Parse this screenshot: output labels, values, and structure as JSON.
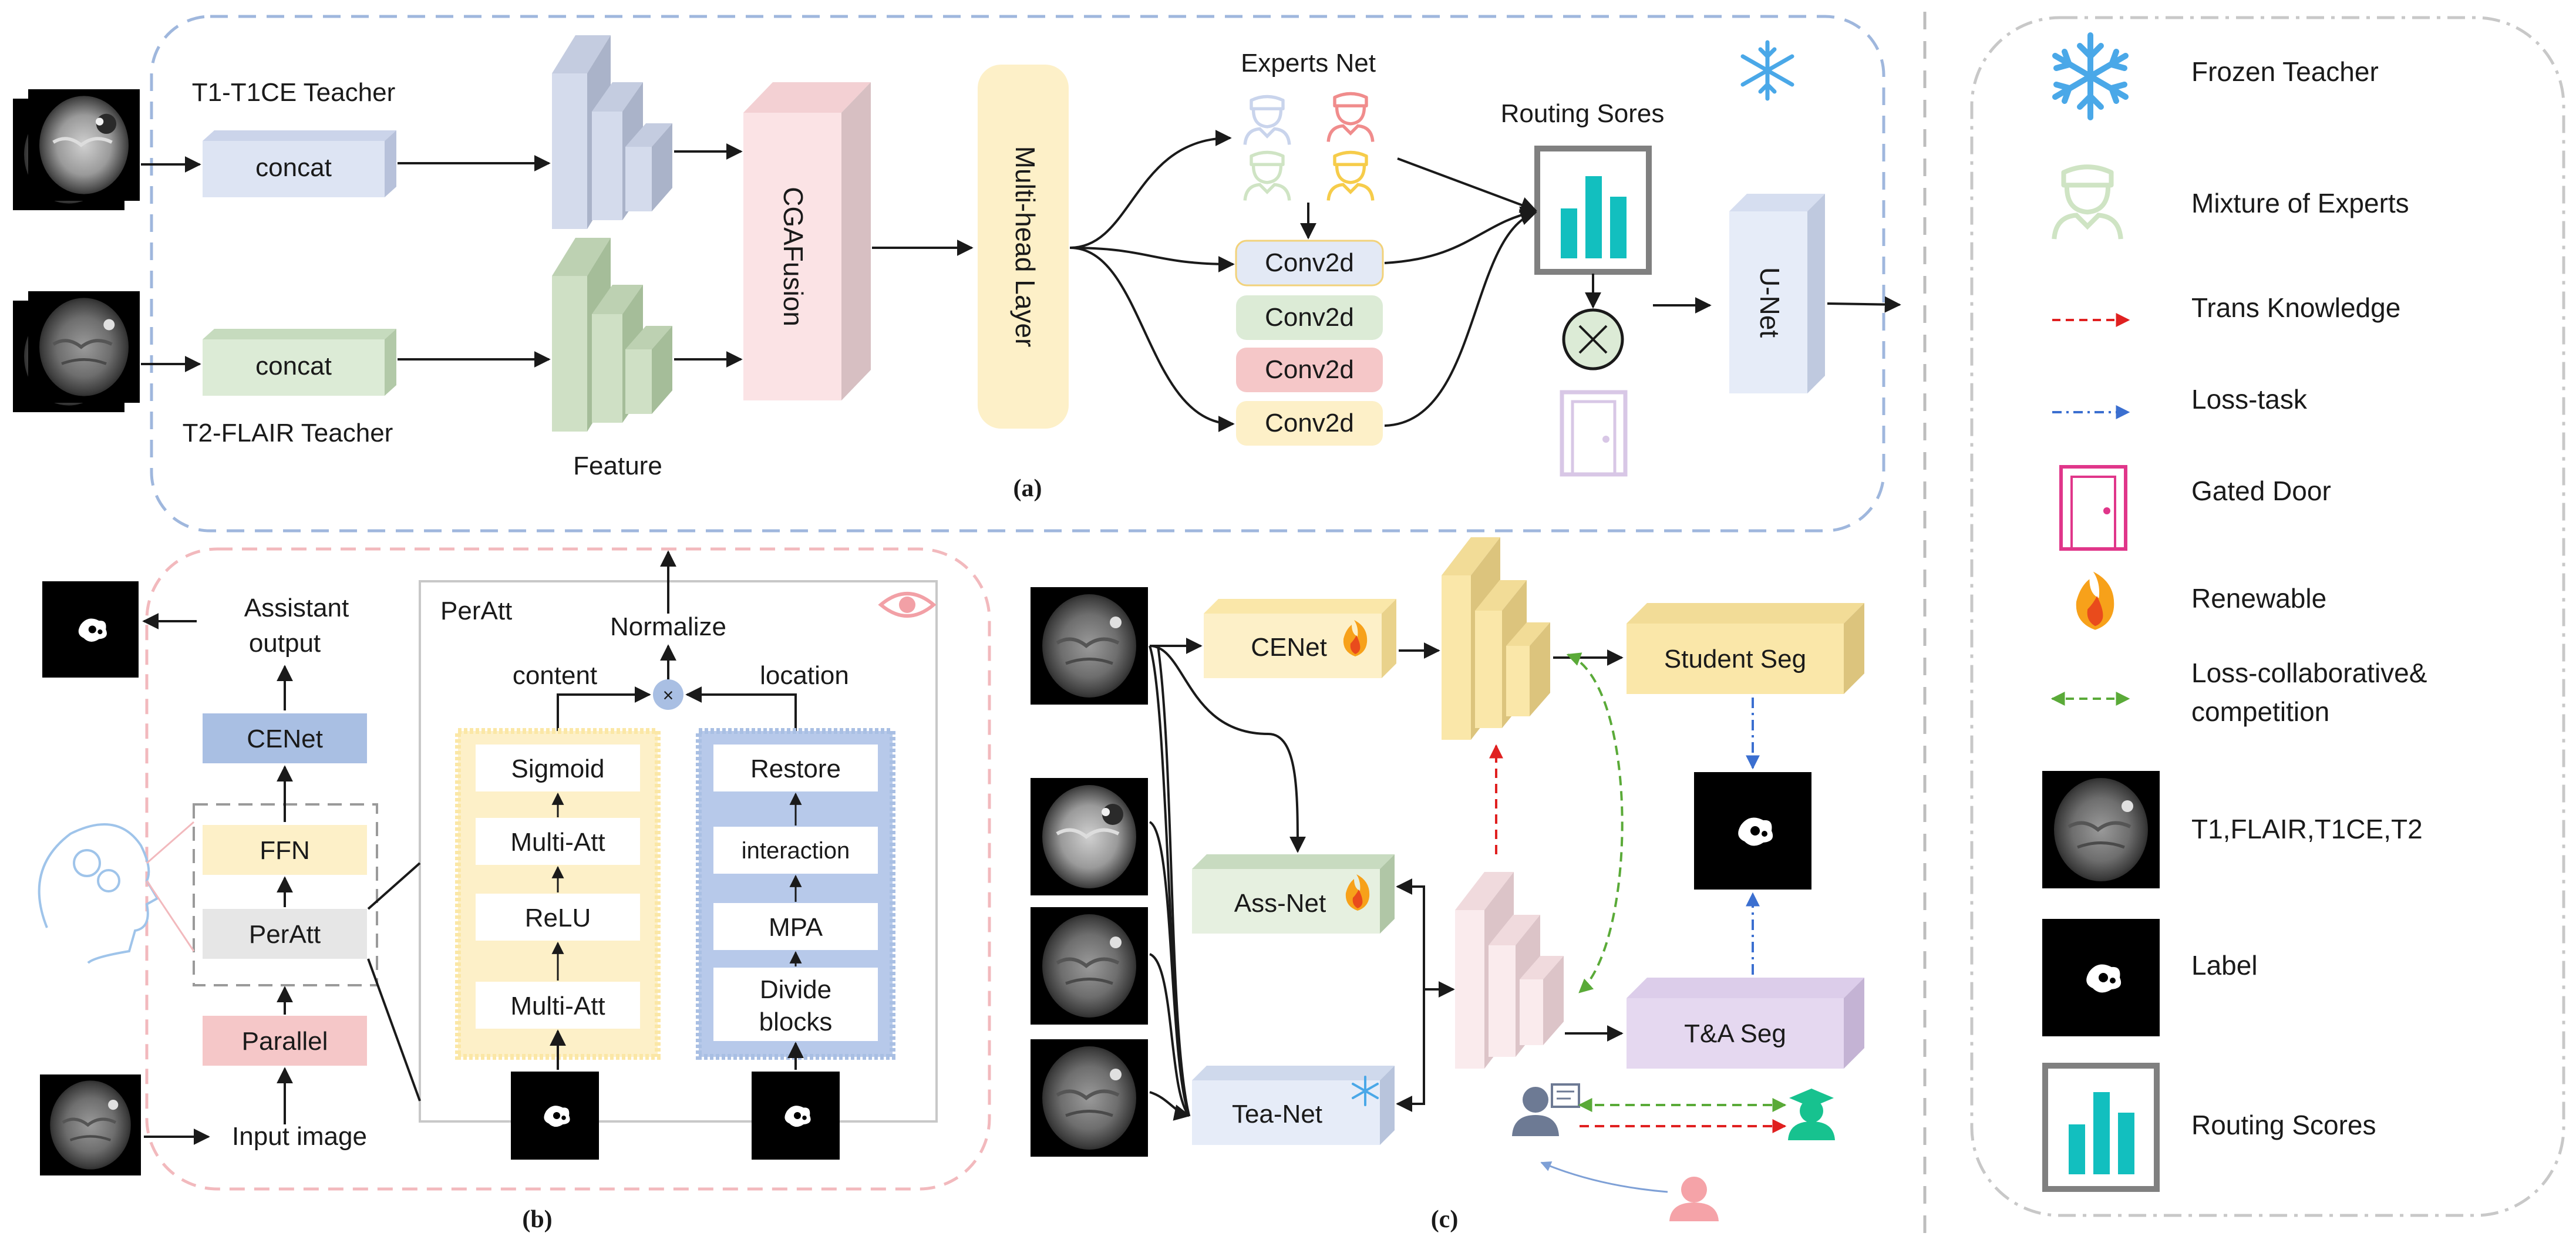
{
  "panel_a": {
    "caption": "(a)",
    "teacher1_label": "T1-T1CE Teacher",
    "teacher2_label": "T2-FLAIR Teacher",
    "concat1": "concat",
    "concat2": "concat",
    "feature_label": "Feature",
    "cgafusion": "CGAFusion",
    "multihead": "Multi-head Layer",
    "experts_net": "Experts Net",
    "conv_labels": [
      "Conv2d",
      "Conv2d",
      "Conv2d",
      "Conv2d"
    ],
    "routing_title": "Routing Sores",
    "unet": "U-Net",
    "colors": {
      "concat1": "#dde4f3",
      "concat2": "#dcebd6",
      "cgafusion": "#fbe3e5",
      "multihead": "#fdf0c8",
      "dashed_border": "#9fb7dd"
    }
  },
  "panel_b": {
    "caption": "(b)",
    "assistant_output": "Assistant\noutput",
    "cenet": "CENet",
    "ffn": "FFN",
    "peratt": "PerAtt",
    "parallel": "Parallel",
    "input_image": "Input image",
    "peratt_title": "PerAtt",
    "normalize": "Normalize",
    "content": "content",
    "location": "location",
    "left_stack": [
      "Sigmoid",
      "Multi-Att",
      "ReLU",
      "Multi-Att"
    ],
    "right_stack": [
      "Restore",
      "interaction",
      "MPA",
      "Divide\nblocks"
    ],
    "colors": {
      "cenet": "#a9bfe3",
      "ffn": "#fdf0c8",
      "peratt": "#e6e6e6",
      "parallel": "#f5c7c8",
      "dashed_border": "#f2b9bd"
    }
  },
  "panel_c": {
    "caption": "(c)",
    "cenet": "CENet",
    "student_seg": "Student Seg",
    "ass_net": "Ass-Net",
    "tea_net": "Tea-Net",
    "ta_seg": "T&A Seg"
  },
  "legend": {
    "items": [
      {
        "icon": "snowflake-icon",
        "label": "Frozen Teacher"
      },
      {
        "icon": "expert-icon",
        "label": "Mixture of Experts"
      },
      {
        "icon": "red-dashed-arrow-icon",
        "label": "Trans Knowledge"
      },
      {
        "icon": "blue-dashdot-arrow-icon",
        "label": "Loss-task"
      },
      {
        "icon": "gated-door-icon",
        "label": "Gated Door"
      },
      {
        "icon": "flame-icon",
        "label": "Renewable"
      },
      {
        "icon": "green-dashed-arrow-icon",
        "label": "Loss-collaborative&\ncompetition"
      },
      {
        "icon": "mri-thumbnail",
        "label": "T1,FLAIR,T1CE,T2"
      },
      {
        "icon": "label-thumbnail",
        "label": "Label"
      },
      {
        "icon": "routing-scores-icon",
        "label": "Routing Scores"
      }
    ]
  }
}
